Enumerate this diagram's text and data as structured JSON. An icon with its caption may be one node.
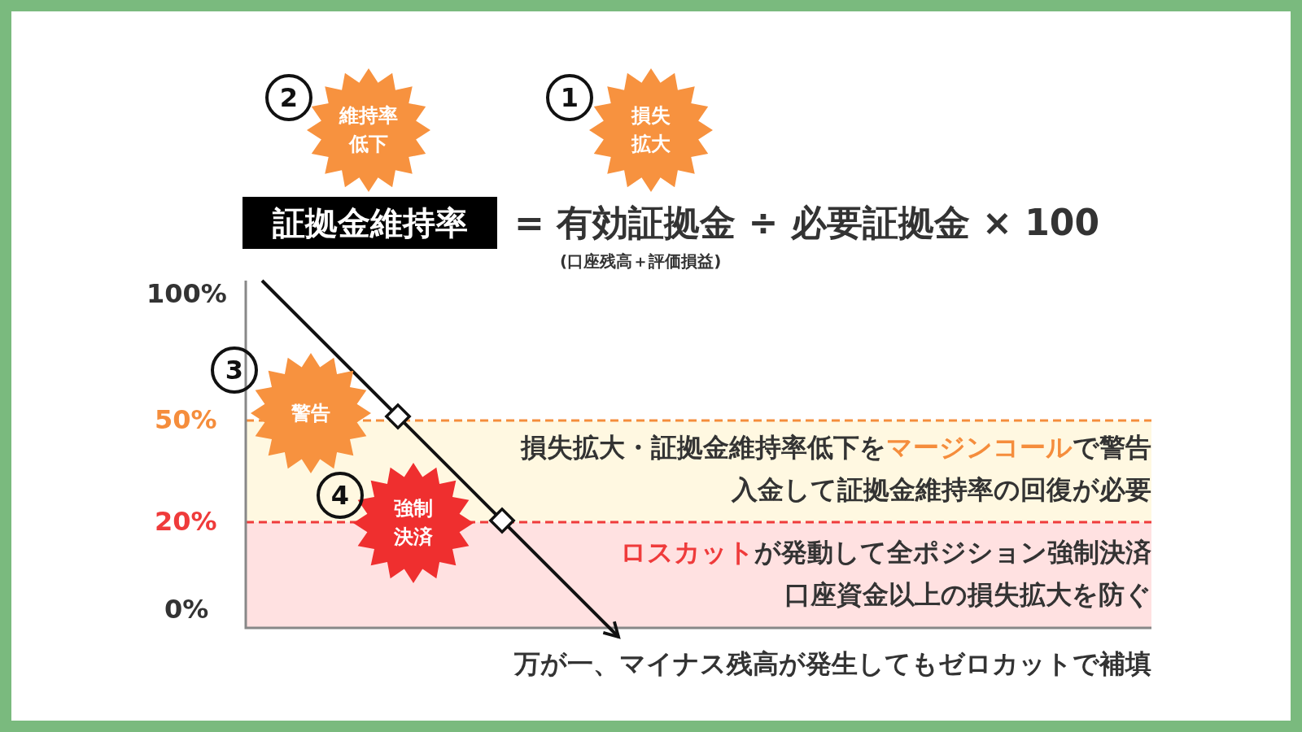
{
  "diagram": {
    "nodes": [
      {
        "text": [
          "維持率低下"
        ],
        "beside": [
          "2"
        ]
      },
      {
        "text": [
          "損失拡大"
        ],
        "beside": [
          "1"
        ]
      },
      {
        "text": [
          "証拠金維持率"
        ]
      },
      {
        "text": [
          "警告"
        ],
        "beside": [
          "3"
        ]
      },
      {
        "text": [
          "強制決済"
        ],
        "beside": [
          "4"
        ]
      }
    ],
    "labels": [
      "= 有効証拠金 ÷ 必要証拠金 × 100",
      "(口座残高＋評価損益)",
      "100%",
      "50%",
      "損失拡大・証拠金維持率低下を**マージンコール**で警告",
      "入金して証拠金維持率の回復が必要",
      "20%",
      "**ロスカット**が発動して全ポジション強制決済",
      "口座資金以上の損失拡大を防ぐ",
      "0%",
      "万が一、マイナス残高が発生してもゼロカットで補填"
    ]
  }
}
